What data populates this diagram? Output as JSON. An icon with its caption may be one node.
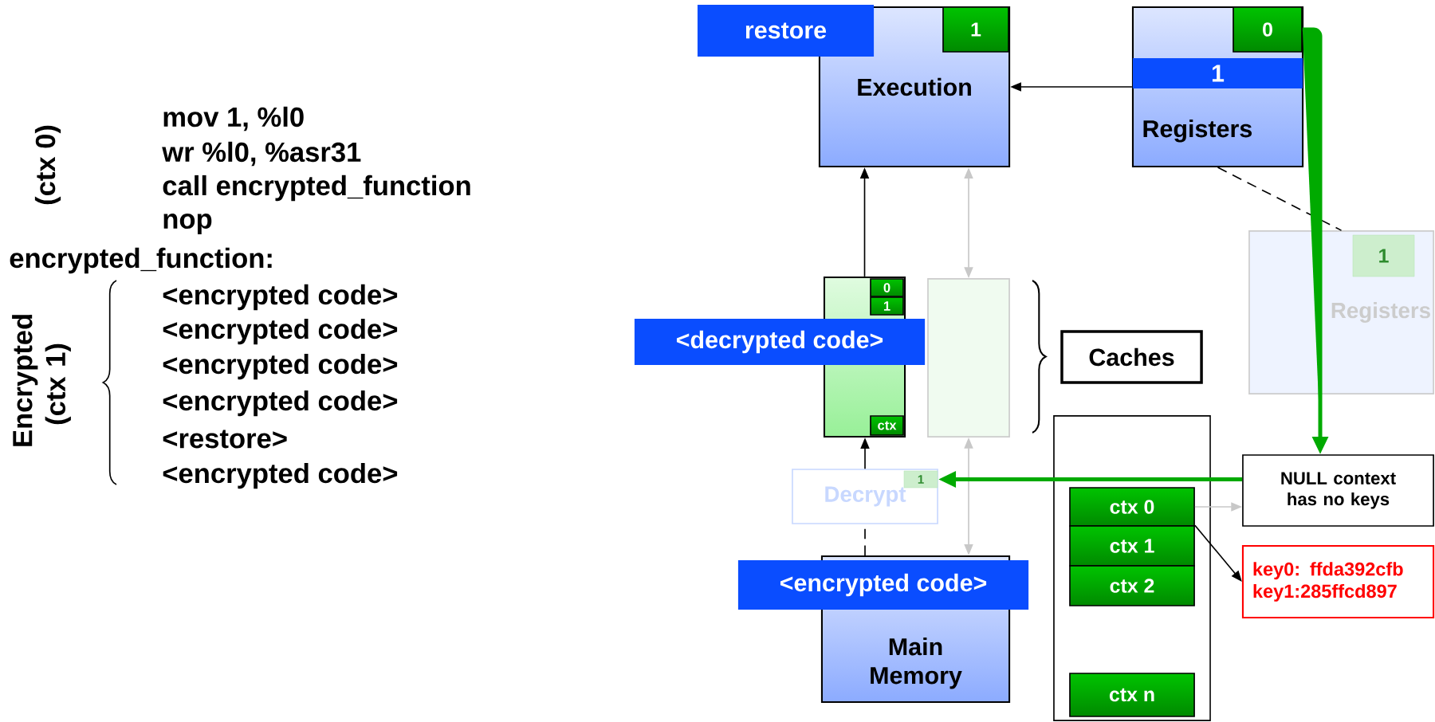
{
  "diagram": {
    "nodes": [
      {
        "text": [
          "restore"
        ]
      },
      {
        "text": [
          "Execution"
        ]
      },
      {
        "text": [
          "1"
        ],
        "in": 1
      },
      {
        "text": [
          "Registers"
        ]
      },
      {
        "text": [
          "0"
        ],
        "in": 3
      },
      {
        "text": [
          "1"
        ],
        "in": 3
      },
      {
        "text": [],
        "shape": "box"
      },
      {
        "text": [
          "0"
        ],
        "in": 6
      },
      {
        "text": [
          "1"
        ],
        "in": 6
      },
      {
        "text": [
          "ctx"
        ],
        "in": 6
      },
      {
        "text": [],
        "shape": "box"
      },
      {
        "text": [
          "<decrypted code>"
        ]
      },
      {
        "text": [
          "Caches"
        ]
      },
      {
        "text": [
          "Registers"
        ]
      },
      {
        "text": [
          "1"
        ],
        "in": 13
      },
      {
        "text": [
          "Decrypt"
        ]
      },
      {
        "text": [
          "1"
        ],
        "in": 15
      },
      {
        "text": [
          "Main Memory"
        ]
      },
      {
        "text": [
          "<encrypted code>"
        ]
      },
      {
        "text": [],
        "shape": "box"
      },
      {
        "text": [
          "ctx 0"
        ],
        "in": 19
      },
      {
        "text": [
          "ctx 1"
        ],
        "in": 19
      },
      {
        "text": [
          "ctx 2"
        ],
        "in": 19
      },
      {
        "text": [
          "ctx n"
        ],
        "in": 19
      },
      {
        "text": [
          "NULL context has no keys"
        ]
      },
      {
        "text": [
          "key0: ffda392cfb",
          "key1:285ffcd897"
        ]
      }
    ],
    "edges": [
      {
        "from": 3,
        "to": 1,
        "arrow": "to"
      },
      {
        "from": 6,
        "to": 1,
        "arrow": "to"
      },
      {
        "from": 10,
        "to": 1,
        "arrow": "both",
        "color": "#c8c8c8"
      },
      {
        "from": 17,
        "to": 10,
        "arrow": "both",
        "color": "#c8c8c8"
      },
      {
        "from": 15,
        "to": 6,
        "arrow": "to"
      },
      {
        "from": 17,
        "to": 15,
        "arrow": "none",
        "style": "dashed"
      },
      {
        "from": 3,
        "to": 13,
        "arrow": "none",
        "style": "dashed"
      },
      {
        "from": 4,
        "to": 24,
        "arrow": "to",
        "style": "thick",
        "color": "#00aa00"
      },
      {
        "from": 24,
        "to": 15,
        "arrow": "to",
        "style": "thick",
        "color": "#00aa00"
      },
      {
        "from": 20,
        "to": 24,
        "arrow": "to",
        "color": "#c8c8c8"
      },
      {
        "from": 21,
        "to": 25,
        "arrow": "to"
      }
    ],
    "labels": [
      "(ctx 0)",
      "mov 1, %l0",
      "wr %l0, %asr31",
      "call encrypted_function",
      "nop",
      "encrypted_function:",
      "<encrypted code>",
      "<encrypted code>",
      "<encrypted code>",
      "<encrypted code>",
      "<restore>",
      "<encrypted code>",
      "Encrypted (ctx 1)"
    ]
  }
}
